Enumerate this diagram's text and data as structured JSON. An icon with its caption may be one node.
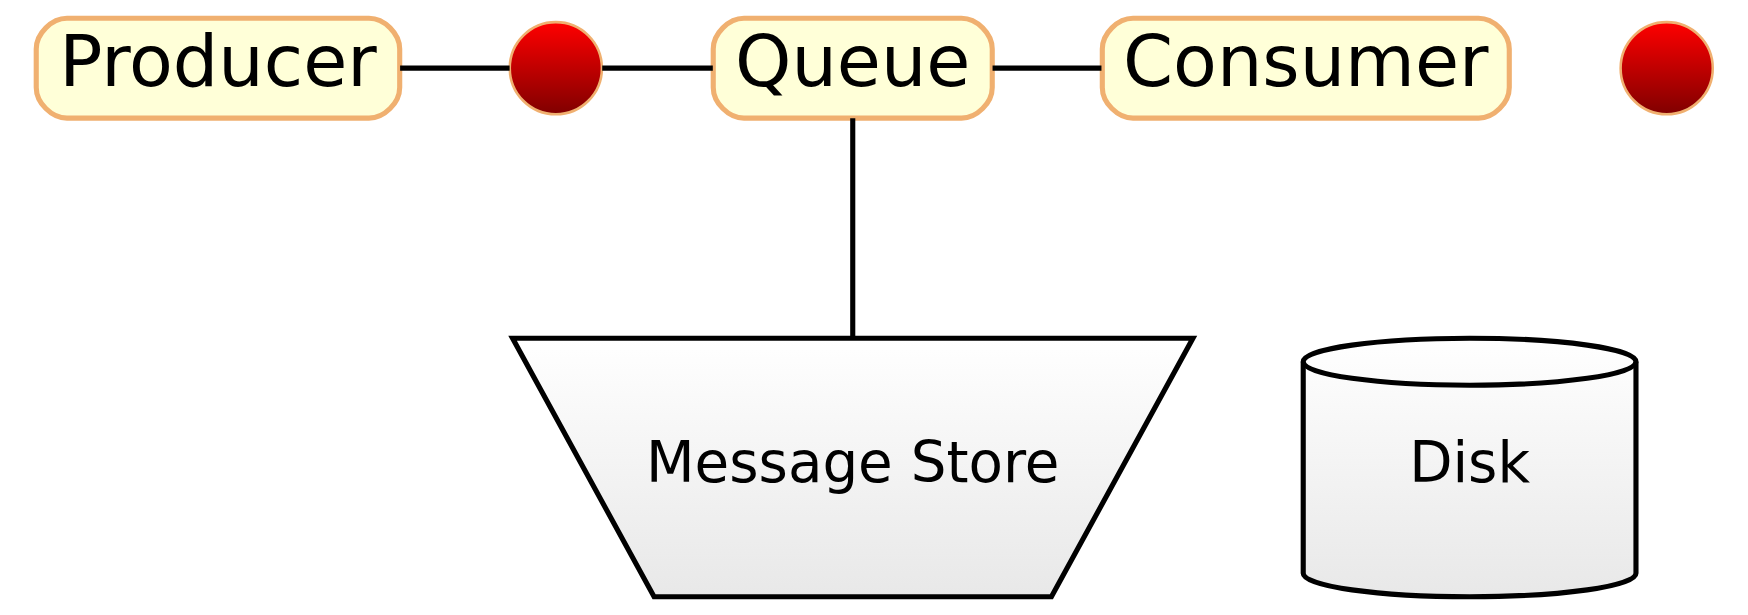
{
  "diagram": {
    "nodes": [
      {
        "text": [
          "Producer"
        ]
      },
      {
        "text": [],
        "shape": "circle"
      },
      {
        "text": [
          "Queue"
        ]
      },
      {
        "text": [],
        "shape": "circle"
      },
      {
        "text": [
          "Consumer"
        ]
      },
      {
        "text": [
          "Message Store"
        ]
      },
      {
        "text": [
          "Disk"
        ]
      }
    ],
    "edges": [
      {
        "from": 0,
        "to": 1,
        "arrow": "none"
      },
      {
        "from": 1,
        "to": 2,
        "arrow": "none"
      },
      {
        "from": 2,
        "to": 4,
        "arrow": "none"
      },
      {
        "from": 2,
        "to": 5,
        "arrow": "none"
      }
    ]
  }
}
